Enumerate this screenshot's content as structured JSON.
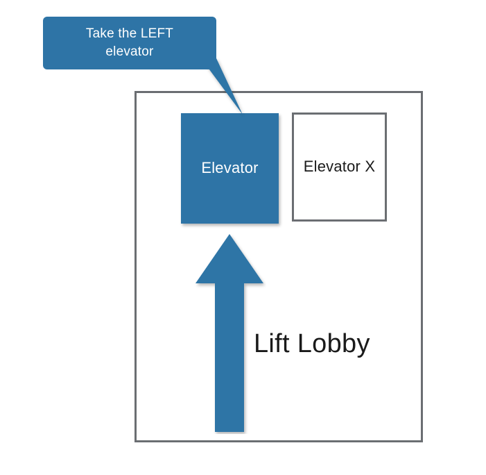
{
  "diagram": {
    "title": "Lift Lobby elevator wayfinding diagram",
    "colors": {
      "accent_blue": "#2e74a6",
      "outline_gray": "#6b6e72",
      "text_dark": "#1a1a1a",
      "text_light": "#ffffff",
      "background": "#ffffff"
    },
    "callout": {
      "text": "Take the LEFT\nelevator",
      "fill": "#2e74a6",
      "text_color": "#ffffff",
      "tail_target": "elevator-box"
    },
    "room": {
      "label": "Lift Lobby",
      "border_color": "#6b6e72"
    },
    "boxes": [
      {
        "id": "elevator-left",
        "label": "Elevator",
        "style": "filled",
        "fill": "#2e74a6",
        "text_color": "#ffffff"
      },
      {
        "id": "elevator-x",
        "label": "Elevator X",
        "style": "outlined",
        "fill": "#ffffff",
        "text_color": "#1a1a1a"
      }
    ],
    "arrow": {
      "direction": "up",
      "color": "#2e74a6",
      "points_to": "elevator-left"
    }
  }
}
